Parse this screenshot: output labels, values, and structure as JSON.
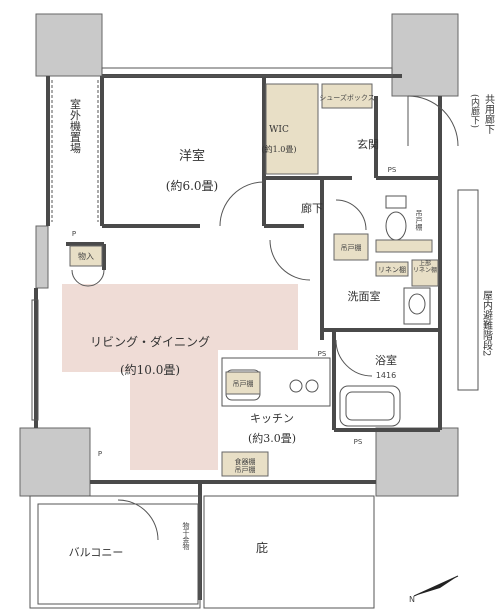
{
  "rooms": {
    "western_room": {
      "name": "洋室",
      "size": "(約6.0畳)"
    },
    "wic": {
      "name": "WIC",
      "size": "(約1.0畳)"
    },
    "shoe_box": "シューズボックス",
    "entrance": "玄関",
    "hallway": "廊下",
    "living_dining": {
      "name": "リビング・ダイニング",
      "size": "(約10.0畳)"
    },
    "kitchen": {
      "name": "キッチン",
      "size": "(約3.0畳)"
    },
    "washroom": "洗面室",
    "bathroom": {
      "name": "浴室",
      "size": "1416"
    },
    "balcony": "バルコニー",
    "eaves": "庇",
    "outdoor_unit": "室外機置場"
  },
  "fixtures": {
    "storage": "物入",
    "top_cabinet_wash": "吊戸棚",
    "linen_shelf": "リネン棚",
    "upper_linen": "上部\nリネン棚",
    "hanging_cabinet_right": "吊戸棚",
    "kitchen_cabinet": "吊戸棚",
    "cupboard": "食器棚\n吊戸棚",
    "laundry_hardware": "物干金物",
    "ps_labels": [
      "PS",
      "PS",
      "PS"
    ],
    "p_labels": [
      "P",
      "P"
    ]
  },
  "exterior": {
    "common_corridor": "共用廊下",
    "common_corridor_sub": "(内廊下)",
    "evacuation_stairs": "屋内避難階段2"
  },
  "compass": {
    "label": "N"
  },
  "colors": {
    "wall": "#4a4a4a",
    "column": "#c9c9c9",
    "ld_floor": "#efdcd6",
    "fixture_fill": "#e8dfc6",
    "line": "#555555"
  }
}
